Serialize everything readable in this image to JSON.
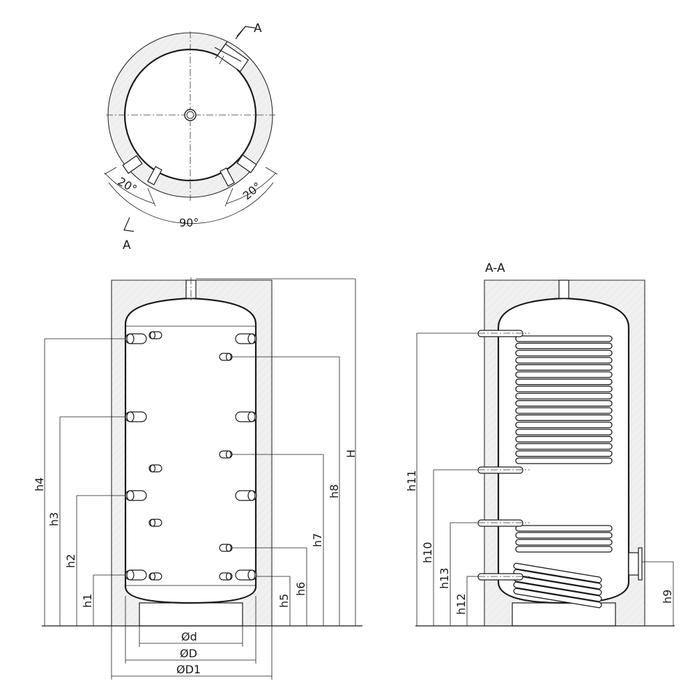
{
  "top_view": {
    "section_mark_top": "A",
    "section_mark_bottom": "A",
    "angle_left": "20°",
    "angle_right": "20°",
    "angle_total": "90°"
  },
  "front_view": {
    "labels": {
      "h1": "h1",
      "h2": "h2",
      "h3": "h3",
      "h4": "h4",
      "h5": "h5",
      "h6": "h6",
      "h7": "h7",
      "h8": "h8",
      "H": "H"
    },
    "diameters": {
      "d": "Ød",
      "D": "ØD",
      "D1": "ØD1"
    }
  },
  "section_view": {
    "title": "A-A",
    "labels": {
      "h9": "h9",
      "h10": "h10",
      "h11": "h11",
      "h12": "h12",
      "h13": "h13"
    }
  }
}
